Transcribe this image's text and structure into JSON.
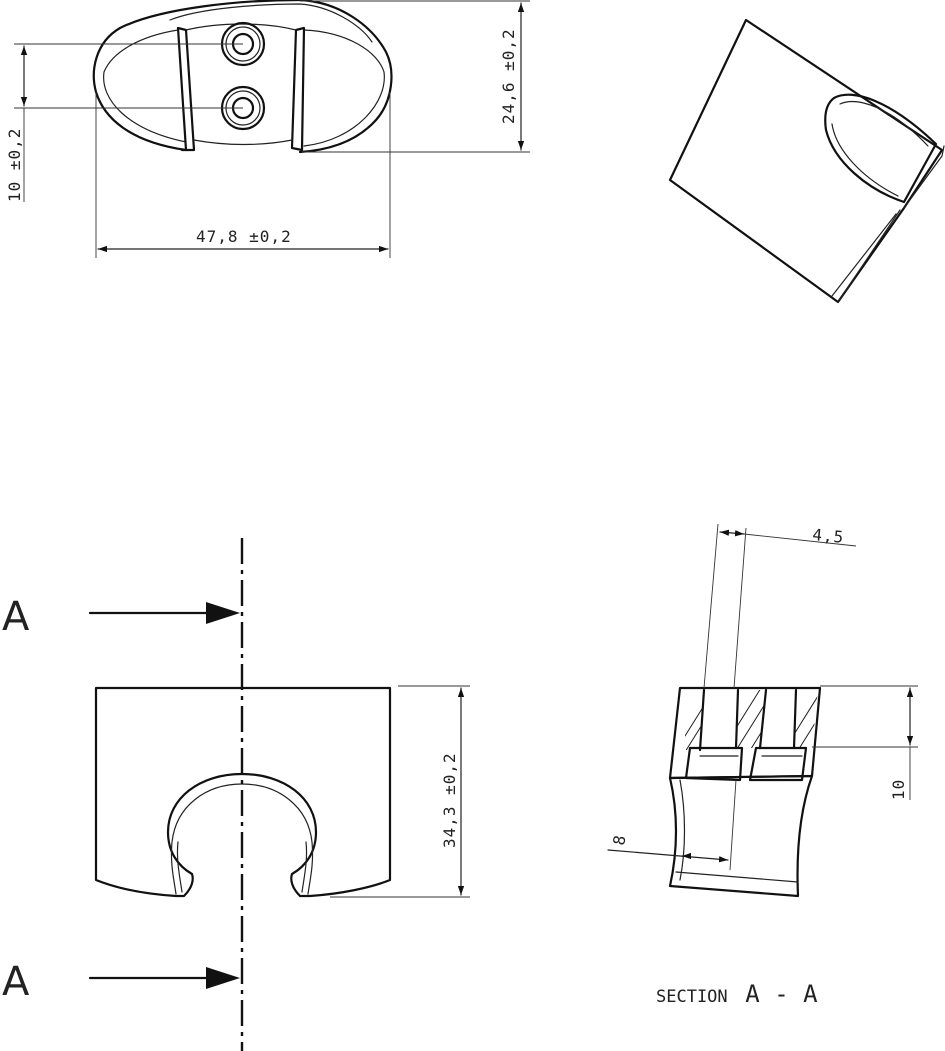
{
  "dimensions": {
    "top_height": "24,6 ±0,2",
    "hole_spacing": "10 ±0,2",
    "top_width": "47,8 ±0,2",
    "front_height": "34,3 ±0,2",
    "section_depth": "10",
    "slot_width": "4,5",
    "bore_diameter": "8"
  },
  "labels": {
    "section_marker_top": "A",
    "section_marker_bottom": "A",
    "section_caption_word": "SECTION",
    "section_caption_id": "A - A"
  }
}
